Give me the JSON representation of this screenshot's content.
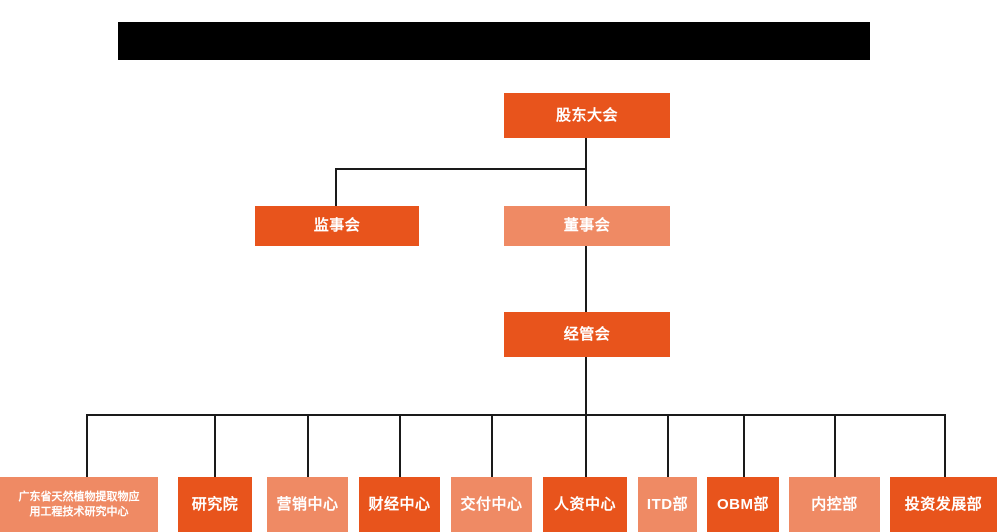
{
  "chart_title_bar": {
    "name": "redacted-title-bar",
    "text": "",
    "color": "#000000"
  },
  "palette": {
    "background": "#ffffff",
    "node_dark": "#e8541c",
    "node_light": "#ef8a64",
    "connector": "#1a1a1a",
    "node_text": "#ffffff"
  },
  "chart_data": {
    "type": "diagram",
    "diagram_type": "organizational-chart",
    "title": "",
    "orientation": "top-down",
    "levels": [
      {
        "level": 1,
        "nodes": [
          {
            "id": "shareholders",
            "label": "股东大会",
            "style": "dark"
          }
        ]
      },
      {
        "level": 2,
        "nodes": [
          {
            "id": "supervisors",
            "label": "监事会",
            "style": "dark"
          },
          {
            "id": "directors",
            "label": "董事会",
            "style": "light"
          }
        ]
      },
      {
        "level": 3,
        "nodes": [
          {
            "id": "management",
            "label": "经管会",
            "style": "dark"
          }
        ]
      },
      {
        "level": 4,
        "nodes": [
          {
            "id": "rnd-center",
            "label_lines": [
              "广东省天然植物提取物应",
              "用工程技术研究中心"
            ],
            "label": "广东省天然植物提取物应用工程技术研究中心",
            "style": "light"
          },
          {
            "id": "institute",
            "label": "研究院",
            "style": "dark"
          },
          {
            "id": "marketing",
            "label": "营销中心",
            "style": "light"
          },
          {
            "id": "finance",
            "label": "财经中心",
            "style": "dark"
          },
          {
            "id": "delivery",
            "label": "交付中心",
            "style": "light"
          },
          {
            "id": "hr",
            "label": "人资中心",
            "style": "dark"
          },
          {
            "id": "itd",
            "label": "ITD部",
            "style": "light"
          },
          {
            "id": "obm",
            "label": "OBM部",
            "style": "dark"
          },
          {
            "id": "internal-control",
            "label": "内控部",
            "style": "light"
          },
          {
            "id": "investment",
            "label": "投资发展部",
            "style": "dark"
          }
        ]
      }
    ],
    "edges": [
      {
        "from": "shareholders",
        "to": "supervisors"
      },
      {
        "from": "shareholders",
        "to": "directors"
      },
      {
        "from": "directors",
        "to": "management"
      },
      {
        "from": "management",
        "to": "rnd-center"
      },
      {
        "from": "management",
        "to": "institute"
      },
      {
        "from": "management",
        "to": "marketing"
      },
      {
        "from": "management",
        "to": "finance"
      },
      {
        "from": "management",
        "to": "delivery"
      },
      {
        "from": "management",
        "to": "hr"
      },
      {
        "from": "management",
        "to": "itd"
      },
      {
        "from": "management",
        "to": "obm"
      },
      {
        "from": "management",
        "to": "internal-control"
      },
      {
        "from": "management",
        "to": "investment"
      }
    ]
  }
}
